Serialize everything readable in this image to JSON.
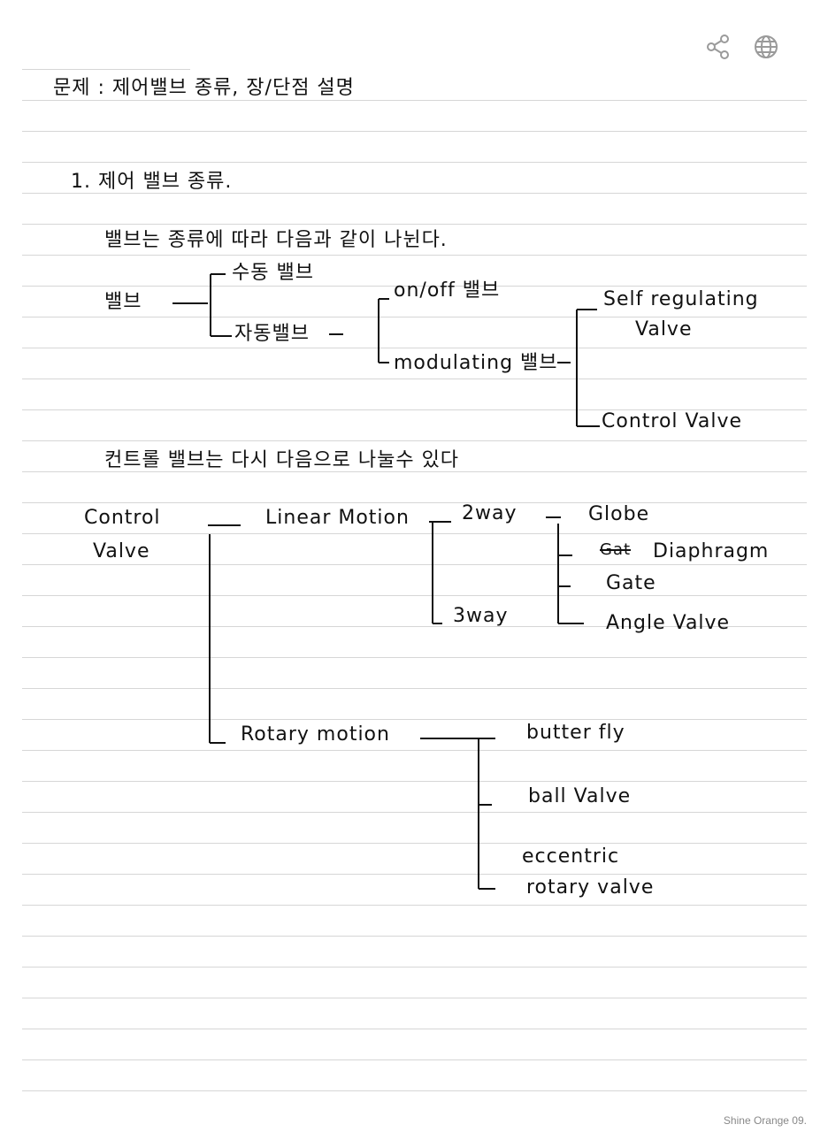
{
  "toolbar": {
    "icons": [
      "share-icon",
      "globe-icon"
    ]
  },
  "note": {
    "title": "문제 : 제어밸브 종류, 장/단점 설명",
    "section_heading": "1. 제어 밸브 종류.",
    "intro": "밸브는 종류에 따라 다음과 같이 나뉜다.",
    "tree1": {
      "root": "밸브",
      "manual": "수동 밸브",
      "automatic": "자동밸브",
      "on_off": "on/off 밸브",
      "modulating": "modulating 밸브",
      "self_regulating_1": "Self regulating",
      "self_regulating_2": "Valve",
      "control_valve": "Control Valve"
    },
    "intro2": "컨트롤 밸브는 다시 다음으로 나눌수 있다",
    "tree2": {
      "root_1": "Control",
      "root_2": "Valve",
      "linear": "Linear Motion",
      "two_way": "2way",
      "three_way": "3way",
      "globe": "Globe",
      "struck": "Gat",
      "diaphragm": "Diaphragm",
      "gate": "Gate",
      "angle": "Angle Valve",
      "rotary": "Rotary motion",
      "butterfly": "butter fly",
      "ball": "ball Valve",
      "eccentric_1": "eccentric",
      "eccentric_2": "rotary valve"
    }
  },
  "footer": {
    "brand": "Shine Orange 09."
  }
}
